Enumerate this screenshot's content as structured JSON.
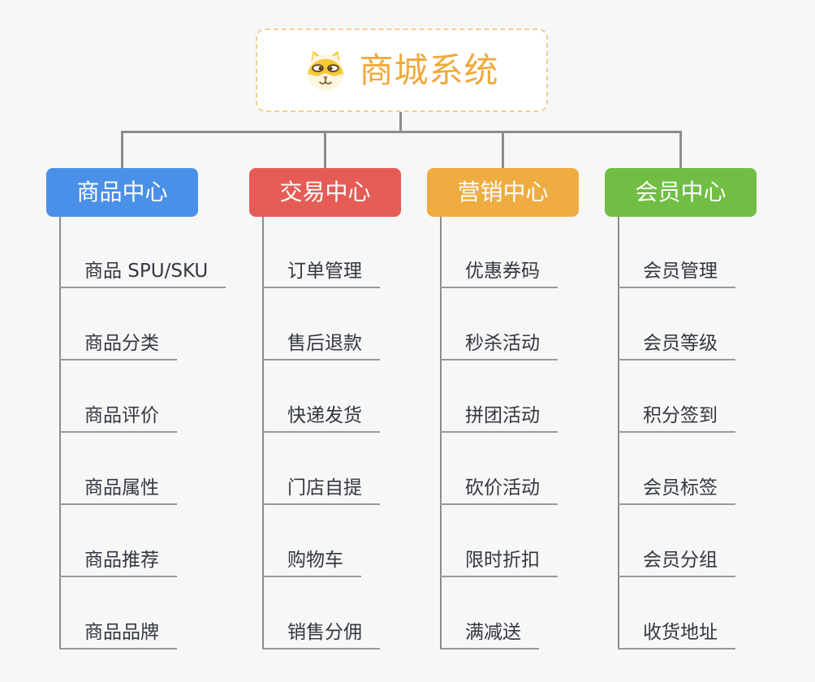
{
  "root": {
    "title": "商城系统",
    "icon": "dog-face-icon",
    "title_color": "#f0a93c",
    "border_color": "#f3cd8c"
  },
  "connector_color": "#8c8c8c",
  "underline_color": "#999999",
  "branches": [
    {
      "label": "商品中心",
      "color": "#4a90e8",
      "children": [
        "商品 SPU/SKU",
        "商品分类",
        "商品评价",
        "商品属性",
        "商品推荐",
        "商品品牌"
      ]
    },
    {
      "label": "交易中心",
      "color": "#e55c56",
      "children": [
        "订单管理",
        "售后退款",
        "快递发货",
        "门店自提",
        "购物车",
        "销售分佣"
      ]
    },
    {
      "label": "营销中心",
      "color": "#efac41",
      "children": [
        "优惠券码",
        "秒杀活动",
        "拼团活动",
        "砍价活动",
        "限时折扣",
        "满减送"
      ]
    },
    {
      "label": "会员中心",
      "color": "#70be44",
      "children": [
        "会员管理",
        "会员等级",
        "积分签到",
        "会员标签",
        "会员分组",
        "收货地址"
      ]
    }
  ]
}
